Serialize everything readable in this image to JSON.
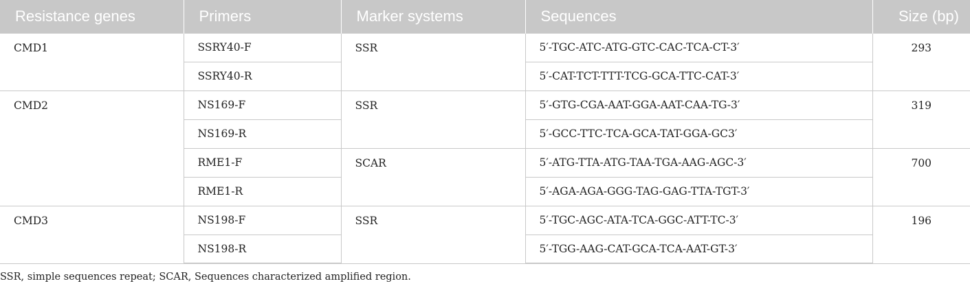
{
  "table": {
    "headers": {
      "gene": "Resistance genes",
      "primers": "Primers",
      "marker": "Marker systems",
      "sequences": "Sequences",
      "size": "Size (bp)"
    },
    "groups": [
      {
        "gene": "CMD1",
        "markers": [
          {
            "system": "SSR",
            "size": "293",
            "primers": [
              {
                "name": "SSRY40-F",
                "seq": "5′-TGC-ATC-ATG-GTC-CAC-TCA-CT-3′"
              },
              {
                "name": "SSRY40-R",
                "seq": "5′-CAT-TCT-TTT-TCG-GCA-TTC-CAT-3′"
              }
            ]
          }
        ]
      },
      {
        "gene": "CMD2",
        "markers": [
          {
            "system": "SSR",
            "size": "319",
            "primers": [
              {
                "name": "NS169-F",
                "seq": "5′-GTG-CGA-AAT-GGA-AAT-CAA-TG-3′"
              },
              {
                "name": "NS169-R",
                "seq": "5′-GCC-TTC-TCA-GCA-TAT-GGA-GC3′"
              }
            ]
          },
          {
            "system": "SCAR",
            "size": "700",
            "primers": [
              {
                "name": "RME1-F",
                "seq": "5′-ATG-TTA-ATG-TAA-TGA-AAG-AGC-3′"
              },
              {
                "name": "RME1-R",
                "seq": "5′-AGA-AGA-GGG-TAG-GAG-TTA-TGT-3′"
              }
            ]
          }
        ]
      },
      {
        "gene": "CMD3",
        "markers": [
          {
            "system": "SSR",
            "size": "196",
            "primers": [
              {
                "name": "NS198-F",
                "seq": "5′-TGC-AGC-ATA-TCA-GGC-ATT-TC-3′"
              },
              {
                "name": "NS198-R",
                "seq": "5′-TGG-AAG-CAT-GCA-TCA-AAT-GT-3′"
              }
            ]
          }
        ]
      }
    ]
  },
  "footnote": "SSR, simple sequences repeat; SCAR, Sequences characterized amplified region."
}
